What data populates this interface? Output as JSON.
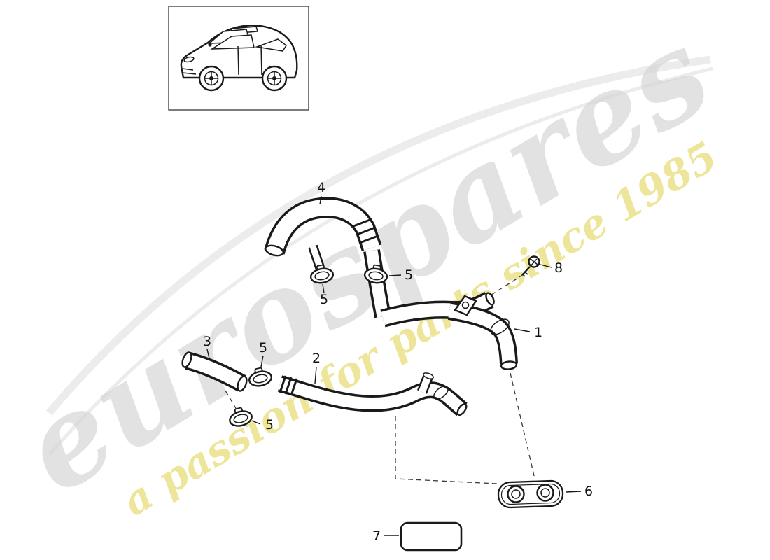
{
  "watermark": {
    "brand": "eurospares",
    "tagline": "a passion for parts since 1985",
    "brand_color": "#d7d7d7",
    "tagline_color": "#e9e07e"
  },
  "decor": {
    "swoosh_color": "#ececec"
  },
  "diagram": {
    "vehicle_thumbnail": "porsche-cayenne-suv",
    "callouts": {
      "part1": "1",
      "part2": "2",
      "part3": "3",
      "part4": "4",
      "part5": "5",
      "part6": "6",
      "part7": "7",
      "part8": "8"
    }
  }
}
